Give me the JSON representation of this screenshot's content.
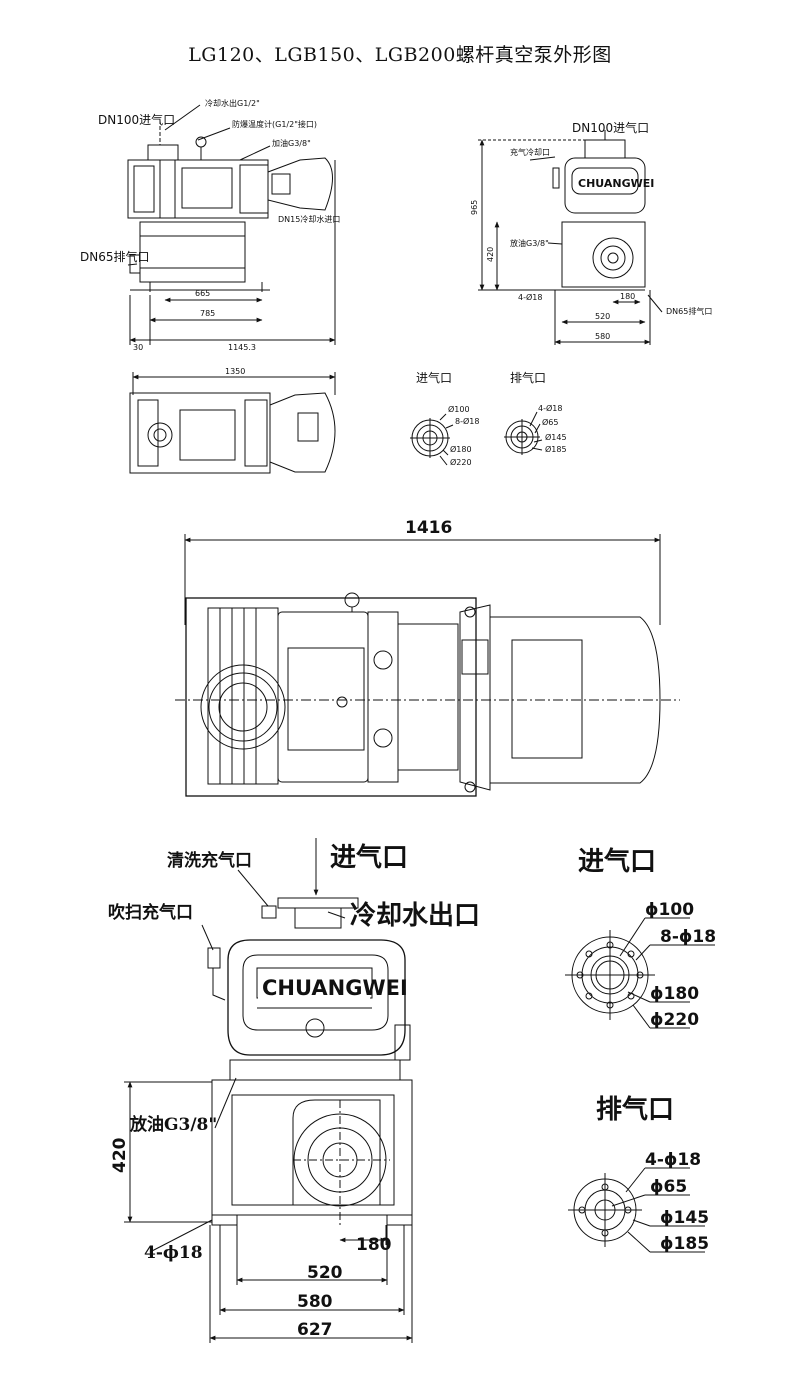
{
  "title": "LG120、LGB150、LGB200螺杆真空泵外形图",
  "brand": "CHUANGWEI",
  "small_side": {
    "inlet": "DN100进气口",
    "cooling_out": "冷却水出G1/2\"",
    "thermo": "防爆温度计(G1/2\"接口)",
    "oil_fill": "加油G3/8\"",
    "cooling_in": "DN15冷却水进口",
    "exhaust": "DN65排气口",
    "dim_665": "665",
    "dim_785": "785",
    "dim_30": "30",
    "dim_1145": "1145.3"
  },
  "small_front": {
    "inlet": "DN100进气口",
    "purge": "充气冷却口",
    "drain": "放油G3/8\"",
    "holes": "4-Ø18",
    "exhaust": "DN65排气口",
    "dim_965": "965",
    "dim_420": "420",
    "dim_180": "180",
    "dim_520": "520",
    "dim_580": "580"
  },
  "small_top": {
    "dim_1350": "1350"
  },
  "small_flanges": {
    "inlet_title": "进气口",
    "exhaust_title": "排气口",
    "in_d100": "Ø100",
    "in_holes": "8-Ø18",
    "in_d180": "Ø180",
    "in_d220": "Ø220",
    "ex_holes": "4-Ø18",
    "ex_d65": "Ø65",
    "ex_d145": "Ø145",
    "ex_d185": "Ø185"
  },
  "large_top": {
    "dim_1416": "1416"
  },
  "large_front": {
    "clean_purge": "清洗充气口",
    "inlet": "进气口",
    "blow_purge": "吹扫充气口",
    "cooling_out": "冷却水出口",
    "drain": "放油G3/8\"",
    "dim_420": "420",
    "dim_180": "180",
    "holes": "4-ϕ18",
    "dim_520": "520",
    "dim_580": "580",
    "dim_627": "627"
  },
  "large_flanges": {
    "inlet_title": "进气口",
    "in_d100": "ϕ100",
    "in_holes": "8-ϕ18",
    "in_d180": "ϕ180",
    "in_d220": "ϕ220",
    "exhaust_title": "排气口",
    "ex_holes": "4-ϕ18",
    "ex_d65": "ϕ65",
    "ex_d145": "ϕ145",
    "ex_d185": "ϕ185"
  }
}
